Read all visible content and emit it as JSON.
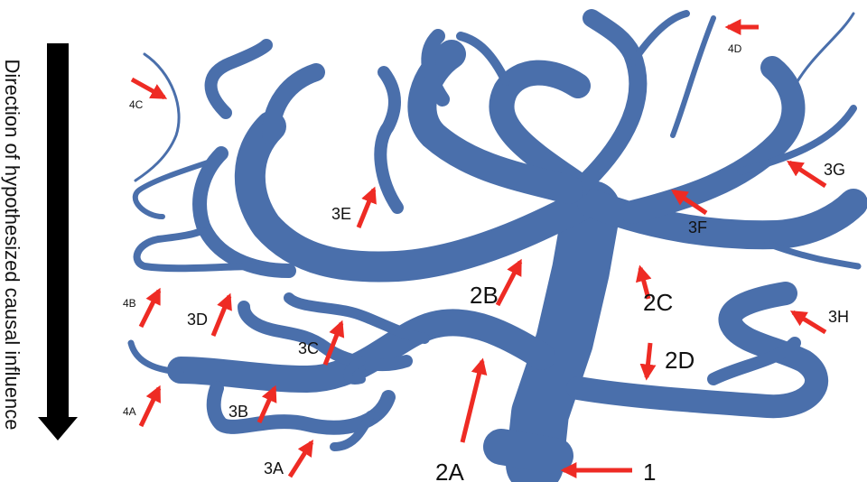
{
  "caption": "Direction of hypothesized causal influence",
  "colors": {
    "branch": "#4a6fab",
    "pointer": "#ee2b24",
    "causal_arrow": "#000000"
  },
  "labels": {
    "n1": "1",
    "n2A": "2A",
    "n2B": "2B",
    "n2C": "2C",
    "n2D": "2D",
    "n3A": "3A",
    "n3B": "3B",
    "n3C": "3C",
    "n3D": "3D",
    "n3E": "3E",
    "n3F": "3F",
    "n3G": "3G",
    "n3H": "3H",
    "n4A": "4A",
    "n4B": "4B",
    "n4C": "4C",
    "n4D": "4D"
  }
}
